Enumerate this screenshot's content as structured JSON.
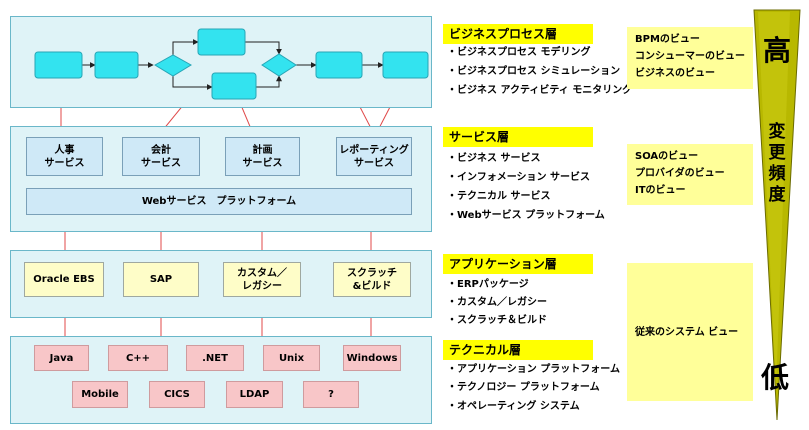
{
  "diagram": {
    "process_layer": {
      "title": "ビジネスプロセス層",
      "bullets": [
        "・ビジネスプロセス モデリング",
        "・ビジネスプロセス シミュレーション",
        "・ビジネス アクティビティ モニタリング"
      ]
    },
    "service_layer": {
      "title": "サービス層",
      "boxes": [
        "人事\nサービス",
        "会計\nサービス",
        "計画\nサービス",
        "レポーティング\nサービス"
      ],
      "platform": "Webサービス　プラットフォーム",
      "bullets": [
        "・ビジネス サービス",
        "・インフォメーション サービス",
        "・テクニカル サービス",
        "・Webサービス プラットフォーム"
      ]
    },
    "application_layer": {
      "title": "アプリケーション層",
      "boxes": [
        "Oracle EBS",
        "SAP",
        "カスタム／\nレガシー",
        "スクラッチ\n&ビルド"
      ],
      "bullets": [
        "・ERPパッケージ",
        "・カスタム／レガシー",
        "・スクラッチ＆ビルド"
      ]
    },
    "technical_layer": {
      "title": "テクニカル層",
      "boxes_row1": [
        "Java",
        "C++",
        ".NET",
        "Unix",
        "Windows"
      ],
      "boxes_row2": [
        "Mobile",
        "CICS",
        "LDAP",
        "?"
      ],
      "bullets": [
        "・アプリケーション プラットフォーム",
        "・テクノロジー プラットフォーム",
        "・オペレーティング システム"
      ]
    },
    "views": {
      "process": [
        "BPMのビュー",
        "コンシューマーのビュー",
        "ビジネスのビュー"
      ],
      "service": [
        "SOAのビュー",
        "プロバイダのビュー",
        "ITのビュー"
      ],
      "legacy": [
        "従来のシステム ビュー"
      ]
    },
    "frequency": {
      "high": "高",
      "low": "低",
      "label": [
        "変",
        "更",
        "頻",
        "度"
      ]
    }
  }
}
